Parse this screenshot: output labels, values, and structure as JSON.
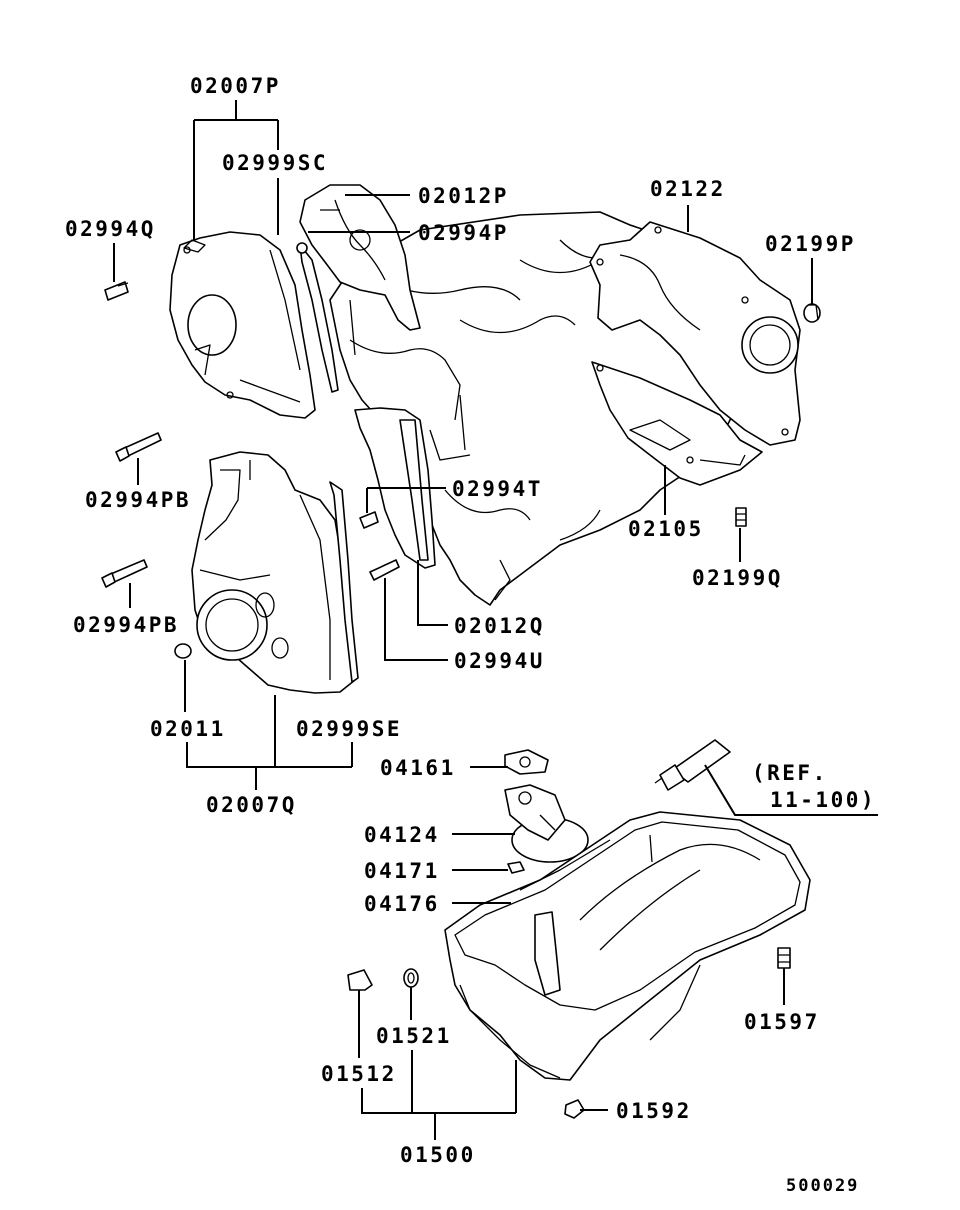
{
  "diagram_id": "500029",
  "labels": {
    "l02007P": "02007P",
    "l02999SC": "02999SC",
    "l02012P": "02012P",
    "l02994P": "02994P",
    "l02994Q": "02994Q",
    "l02122": "02122",
    "l02199P": "02199P",
    "l02994PB_a": "02994PB",
    "l02994T": "02994T",
    "l02105": "02105",
    "l02199Q": "02199Q",
    "l02994PB_b": "02994PB",
    "l02012Q": "02012Q",
    "l02994U": "02994U",
    "l02011": "02011",
    "l02999SE": "02999SE",
    "l02007Q": "02007Q",
    "l04161": "04161",
    "ref_line1": "(REF.",
    "ref_line2": "11-100)",
    "l04124": "04124",
    "l04171": "04171",
    "l04176": "04176",
    "l01597": "01597",
    "l01521": "01521",
    "l01512": "01512",
    "l01592": "01592",
    "l01500": "01500"
  }
}
